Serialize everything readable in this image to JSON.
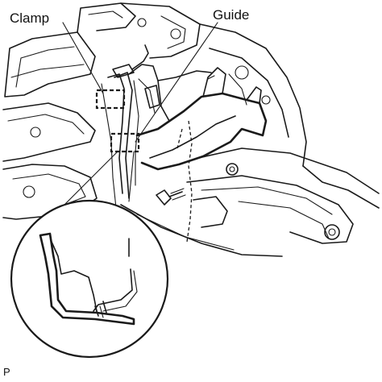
{
  "labels": {
    "clamp": "Clamp",
    "guide": "Guide",
    "code": "P"
  }
}
